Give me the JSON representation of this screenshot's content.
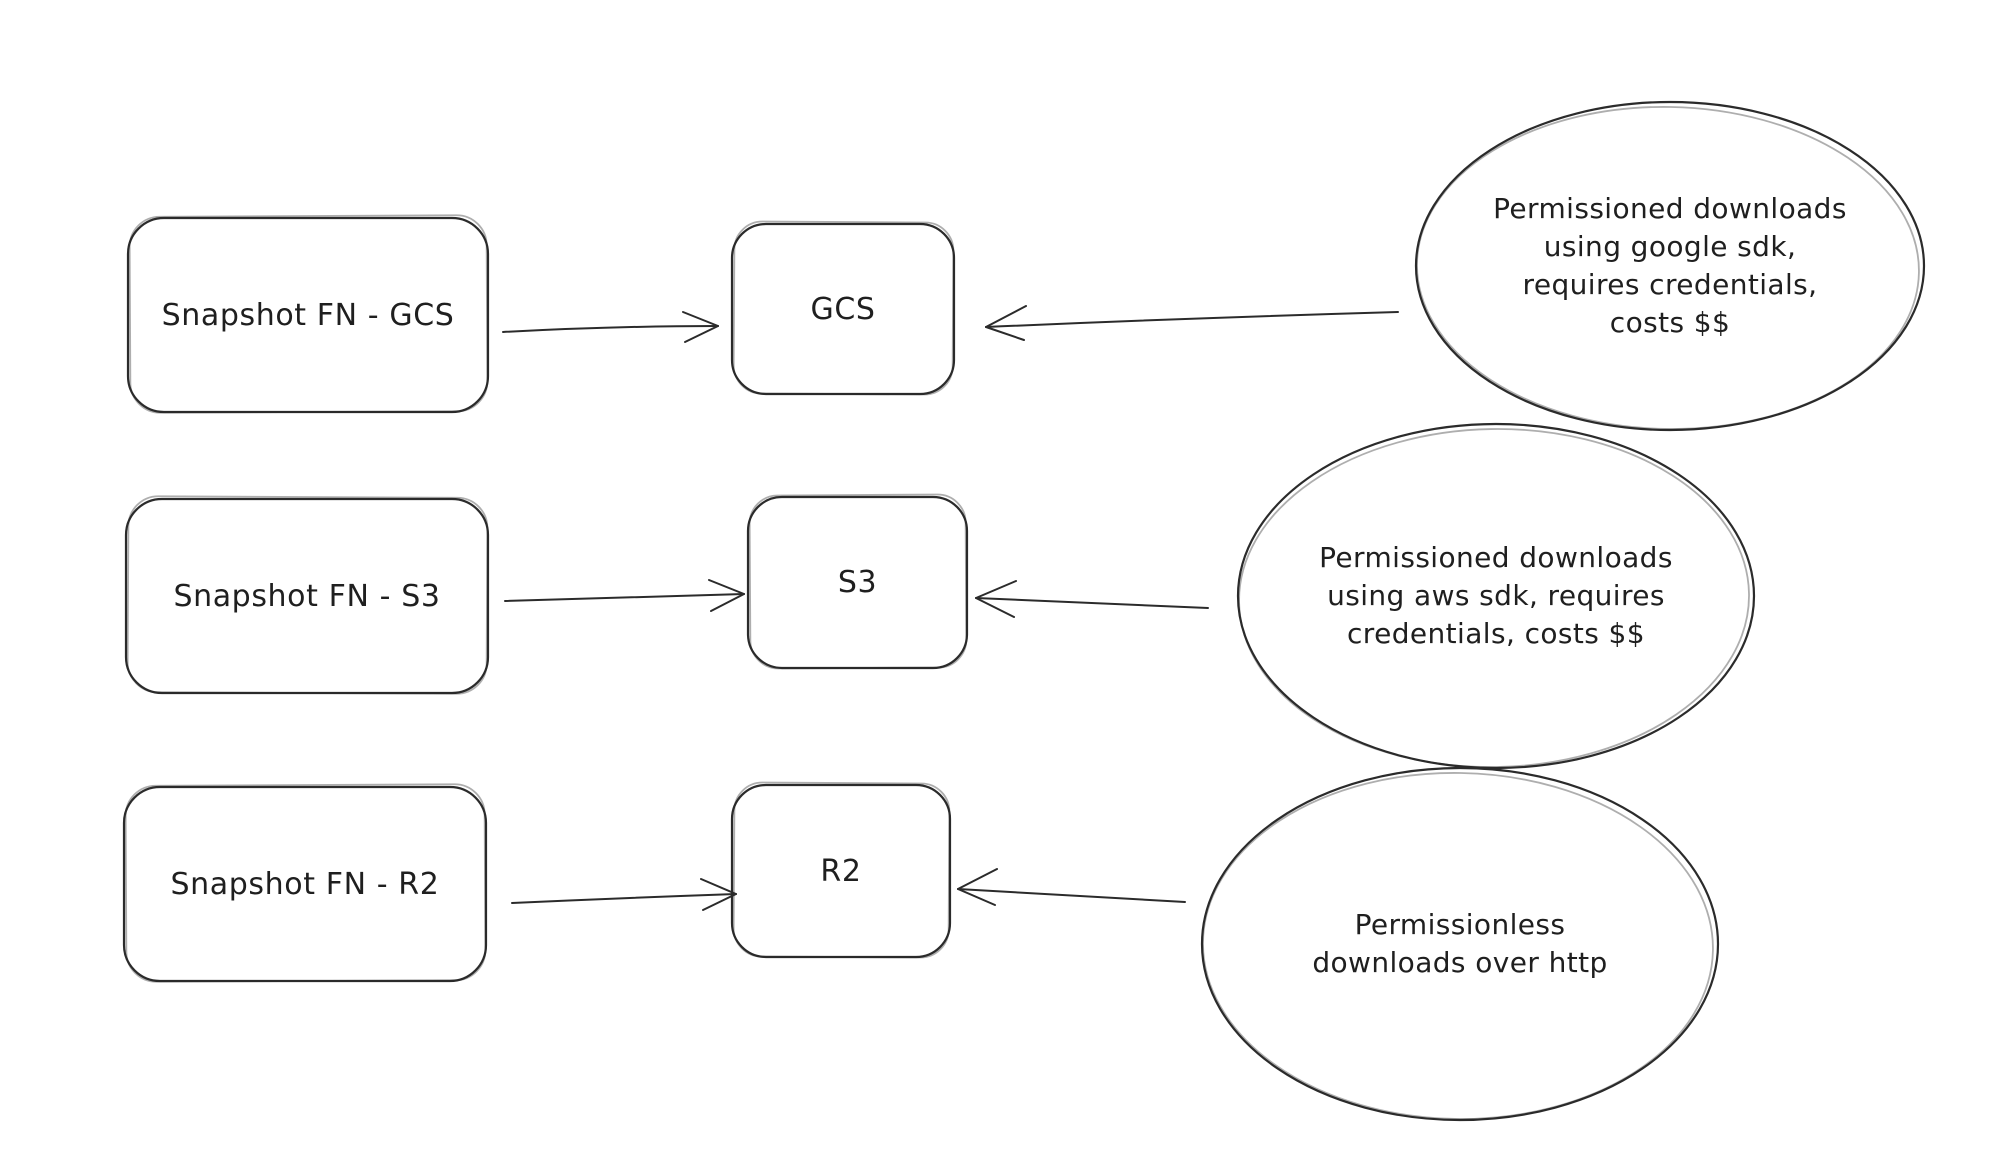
{
  "diagram": {
    "background": "#ffffff",
    "stroke_color": "#2b2b2b",
    "text_color": "#1f1f1f",
    "style": "hand-drawn whiteboard sketch"
  },
  "rows": [
    {
      "source": {
        "label": "Snapshot FN - GCS"
      },
      "target": {
        "label": "GCS"
      },
      "note": {
        "lines": [
          "Permissioned downloads",
          "using google sdk,",
          "requires credentials,",
          "costs $$"
        ]
      }
    },
    {
      "source": {
        "label": "Snapshot FN - S3"
      },
      "target": {
        "label": "S3"
      },
      "note": {
        "lines": [
          "Permissioned downloads",
          "using aws sdk, requires",
          "credentials, costs $$"
        ]
      }
    },
    {
      "source": {
        "label": "Snapshot FN - R2"
      },
      "target": {
        "label": "R2"
      },
      "note": {
        "lines": [
          "Permissionless",
          "downloads over http"
        ]
      }
    }
  ]
}
